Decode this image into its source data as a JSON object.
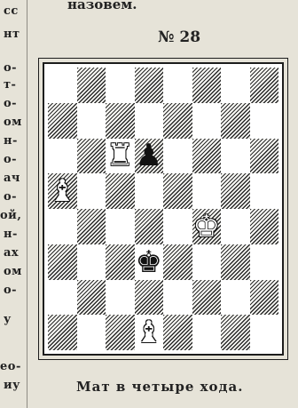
{
  "header": {
    "top_word": "назовем.",
    "puzzle_number": "№ 28"
  },
  "left_fragments": [
    "сс",
    "нт",
    "о-",
    "т-",
    "о-",
    "ом",
    "н-",
    "о-",
    "ач",
    "о-",
    "ой,",
    "н-",
    "ах",
    "ом",
    "о-",
    "у",
    "ео-",
    "иу"
  ],
  "board": {
    "ranks": [
      [
        "",
        "",
        "",
        "",
        "",
        "",
        "",
        ""
      ],
      [
        "",
        "",
        "",
        "",
        "",
        "",
        "",
        ""
      ],
      [
        "",
        "",
        "wR",
        "bP",
        "",
        "",
        "",
        ""
      ],
      [
        "wB",
        "",
        "",
        "",
        "",
        "",
        "",
        ""
      ],
      [
        "",
        "",
        "",
        "",
        "",
        "wK",
        "",
        ""
      ],
      [
        "",
        "",
        "",
        "bK",
        "",
        "",
        "",
        ""
      ],
      [
        "",
        "",
        "",
        "",
        "",
        "",
        "",
        ""
      ],
      [
        "",
        "",
        "",
        "wB",
        "",
        "",
        "",
        ""
      ]
    ],
    "glyphs": {
      "K": "♚",
      "R": "♜",
      "B": "♝",
      "P": "♟"
    }
  },
  "caption": "Мат в четыре хода."
}
